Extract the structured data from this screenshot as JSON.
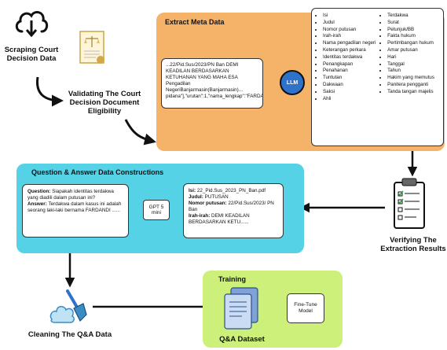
{
  "colors": {
    "orange": "#f5b36a",
    "cyan": "#55d2e6",
    "green": "#ccf07a",
    "llm_blue": "#2e72cc"
  },
  "scraping": {
    "label": "Scraping Court Decision Data"
  },
  "validating": {
    "label": "Validating The Court Decision Document Eligibility"
  },
  "extract": {
    "title": "Extract Meta Data",
    "sample_text": "...22/Pid.Sus/2023/PN Ban DEMI KEADILAN BERDASARKAN KETUHANAN YANG MAHA ESA Pengadilan NegeriBanjarmasin(Banjarmasin)... pidana\"],\"urutan\":1,\"nama_lengkap\":\"FARDANDI...",
    "llm_label": "LLM",
    "fields_col1": [
      "Isi",
      "Judul",
      "Nomor putusan",
      "Irah-irah",
      "Nama pengadilan negeri",
      "Keterangan perkara",
      "Identitas terdakwa",
      "Penangkapan",
      "Penahanan",
      "Tuntutan",
      "Dakwaan",
      "Saksi",
      "Ahli"
    ],
    "fields_col2": [
      "Terdakwa",
      "Surat",
      "Petunjuk/BB",
      "Fakta hukum",
      "Pertimbangan hukum",
      "Amar putusan",
      "Hari",
      "Tanggal",
      "Tahun",
      "Hakim yang memutus",
      "Panitera pengganti",
      "Tanda tangan majelis"
    ]
  },
  "verifying": {
    "label": "Verifying The Extraction Results"
  },
  "qa": {
    "title": "Question & Answer Data Constructions",
    "doc": {
      "isi_label": "Isi:",
      "isi_value": "22_Pid.Sus_2023_PN_Ban.pdf",
      "judul_label": "Judul:",
      "judul_value": "PUTUSAN",
      "nomor_label": "Nomor putusan:",
      "nomor_value": "22/Pid.Sus/2023/ PN Ban",
      "irah_label": "Irah-irah:",
      "irah_value": "DEMI KEADILAN BERDASARKAN KETU......"
    },
    "gpt_label": "GPT 5 mini",
    "question_label": "Question:",
    "question_text": "Siapakah identitas terdakwa yang diadili dalam putusan ini?",
    "answer_label": "Answer:",
    "answer_text": "Terdakwa dalam kasus ini adalah seorang laki-laki bernama FARDANDI ......"
  },
  "cleaning": {
    "label": "Cleaning The Q&A Data"
  },
  "training": {
    "title": "Training",
    "dataset_label": "Q&A Dataset",
    "finetune_label": "Fine-Tune Model"
  }
}
